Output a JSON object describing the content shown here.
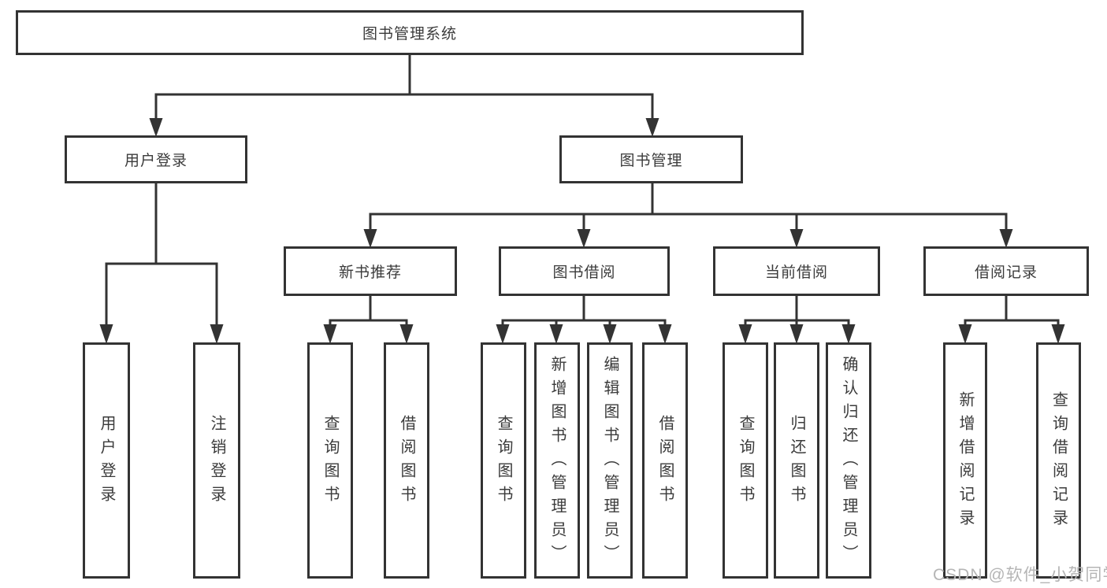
{
  "tree": {
    "label": "图书管理系统",
    "children": [
      {
        "label": "用户登录",
        "children": [
          {
            "label": "用户登录"
          },
          {
            "label": "注销登录"
          }
        ]
      },
      {
        "label": "图书管理",
        "children": [
          {
            "label": "新书推荐",
            "children": [
              {
                "label": "查询图书"
              },
              {
                "label": "借阅图书"
              }
            ]
          },
          {
            "label": "图书借阅",
            "children": [
              {
                "label": "查询图书"
              },
              {
                "label": "新增图书（管理员）"
              },
              {
                "label": "编辑图书（管理员）"
              },
              {
                "label": "借阅图书"
              }
            ]
          },
          {
            "label": "当前借阅",
            "children": [
              {
                "label": "查询图书"
              },
              {
                "label": "归还图书"
              },
              {
                "label": "确认归还（管理员）"
              }
            ]
          },
          {
            "label": "借阅记录",
            "children": [
              {
                "label": "新增借阅记录"
              },
              {
                "label": "查询借阅记录"
              }
            ]
          }
        ]
      }
    ]
  },
  "watermark": "CSDN @软件_小贺同学",
  "colors": {
    "line": "#333333",
    "text": "#3b3b3b",
    "watermark": "#b5b5b5",
    "background": "#ffffff"
  }
}
